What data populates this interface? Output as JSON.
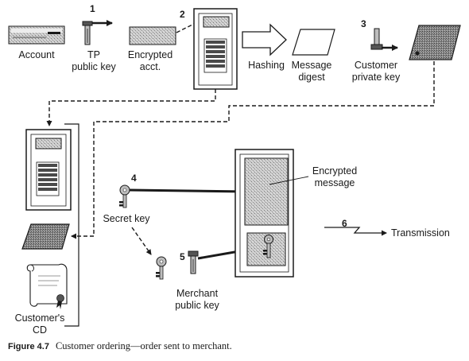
{
  "labels": {
    "account": "Account",
    "tp_key_1": "TP",
    "tp_key_2": "public key",
    "encrypted_acct_1": "Encrypted",
    "encrypted_acct_2": "acct.",
    "hashing": "Hashing",
    "message_digest_1": "Message",
    "message_digest_2": "digest",
    "customer_key_1": "Customer",
    "customer_key_2": "private key",
    "encrypted_message_1": "Encrypted",
    "encrypted_message_2": "message",
    "secret_key": "Secret key",
    "merchant_key_1": "Merchant",
    "merchant_key_2": "public key",
    "transmission": "Transmission",
    "customers_cd_1": "Customer's",
    "customers_cd_2": "CD"
  },
  "steps": [
    "1",
    "2",
    "3",
    "4",
    "5",
    "6"
  ],
  "caption": {
    "label": "Figure 4.7",
    "text": "Customer ordering—order sent to merchant."
  },
  "icons": [
    "card-icon",
    "key-icon",
    "encrypted-card-icon",
    "computer-icon",
    "hash-arrow-icon",
    "digest-sheet-icon",
    "signed-sheet-icon",
    "envelope-icon",
    "scroll-certificate-icon",
    "lightning-icon"
  ],
  "colors": {
    "ink": "#1a1a1a",
    "stipple": "#b8b8b8",
    "dark_fill": "#6e6e6e"
  }
}
